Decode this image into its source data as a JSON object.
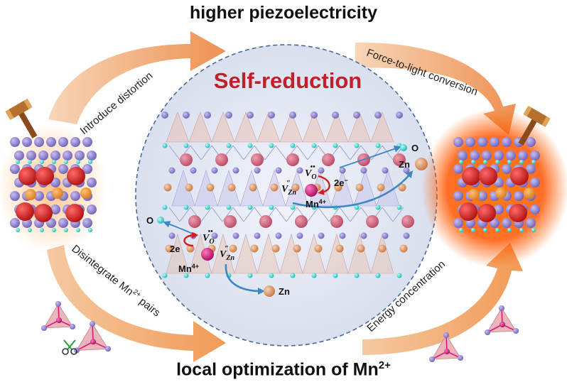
{
  "title_top": "higher piezoelectricity",
  "title_bottom_text": "local optimization of Mn",
  "title_bottom_sup": "2+",
  "center_title": "Self-reduction",
  "arrow_labels": {
    "top_left": "Introduce distortion",
    "top_right": "Force-to-light conversion",
    "bottom_left_text": "Disintegrate Mn",
    "bottom_left_sup": "2+",
    "bottom_left_tail": " pairs",
    "bottom_right": "Energy concentration"
  },
  "atoms": {
    "oxygen": "O",
    "zinc": "Zn",
    "manganese": "Mn",
    "manganese_sup": "4+",
    "vacancy_o": "V",
    "vacancy_o_sub": "O",
    "vacancy_o_sup": "••",
    "vacancy_zn": "V",
    "vacancy_zn_sub": "Zn",
    "vacancy_zn_sup": "″",
    "electrons": "2e",
    "electron_sup": "−"
  },
  "colors": {
    "arrow": "#f0a46a",
    "title_red": "#c0202a",
    "circle_bg": "#e4e8f2",
    "zn_atom": "#e0a276",
    "o_atom": "#2fd8d0",
    "mn_atom": "#d8137e",
    "glow": "#ff5a00"
  }
}
